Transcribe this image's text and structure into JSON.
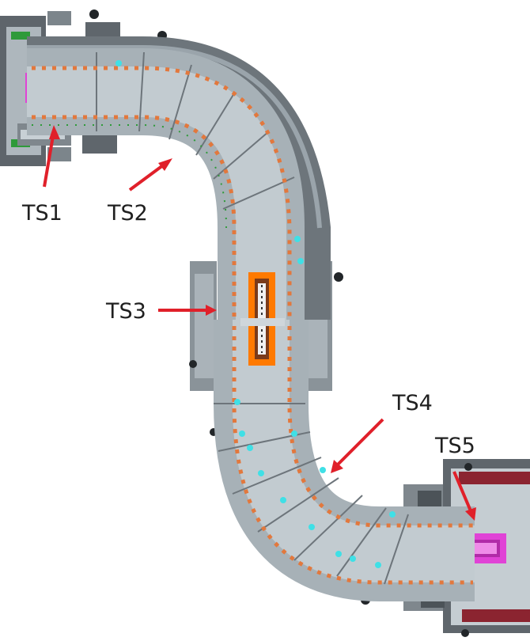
{
  "labels": {
    "ts1": "TS1",
    "ts2": "TS2",
    "ts3": "TS3",
    "ts4": "TS4",
    "ts5": "TS5"
  },
  "colors": {
    "shell_dark": "#6b7278",
    "shell_mid": "#9aa4ab",
    "shell_light": "#cfd6db",
    "coil_orange": "#e2783d",
    "dot_cyan": "#3fe0e6",
    "magenta": "#e043d6",
    "arrow_red": "#e0202a",
    "green": "#2f9a3a"
  }
}
